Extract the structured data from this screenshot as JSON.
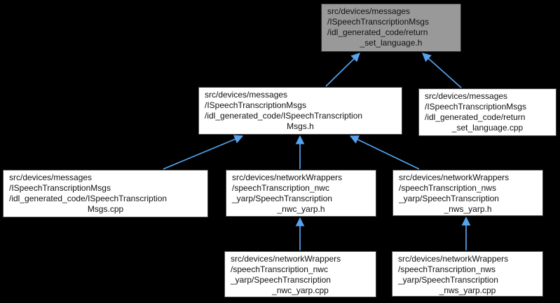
{
  "diagram": {
    "type": "include-dependency-graph",
    "colors": {
      "background": "#000000",
      "arrow": "#56a3ee",
      "node_fill": "#ffffff",
      "node_border": "#4a4a4a",
      "highlight_fill": "#999999",
      "highlight_border": "#2e2e2e",
      "text": "#111111"
    },
    "nodes": [
      {
        "id": "return-set-language-h",
        "label": "src/devices/messages\n/ISpeechTranscriptionMsgs\n/idl_generated_code/return\n_set_language.h",
        "highlighted": true
      },
      {
        "id": "ispeechtranscriptionmsgs-h",
        "label": "src/devices/messages\n/ISpeechTranscriptionMsgs\n/idl_generated_code/ISpeechTranscription\nMsgs.h",
        "highlighted": false
      },
      {
        "id": "return-set-language-cpp",
        "label": "src/devices/messages\n/ISpeechTranscriptionMsgs\n/idl_generated_code/return\n_set_language.cpp",
        "highlighted": false
      },
      {
        "id": "ispeechtranscriptionmsgs-cpp",
        "label": "src/devices/messages\n/ISpeechTranscriptionMsgs\n/idl_generated_code/ISpeechTranscription\nMsgs.cpp",
        "highlighted": false
      },
      {
        "id": "speechtranscription-nwc-yarp-h",
        "label": "src/devices/networkWrappers\n/speechTranscription_nwc\n_yarp/SpeechTranscription\n_nwc_yarp.h",
        "highlighted": false
      },
      {
        "id": "speechtranscription-nws-yarp-h",
        "label": "src/devices/networkWrappers\n/speechTranscription_nws\n_yarp/SpeechTranscription\n_nws_yarp.h",
        "highlighted": false
      },
      {
        "id": "speechtranscription-nwc-yarp-cpp",
        "label": "src/devices/networkWrappers\n/speechTranscription_nwc\n_yarp/SpeechTranscription\n_nwc_yarp.cpp",
        "highlighted": false
      },
      {
        "id": "speechtranscription-nws-yarp-cpp",
        "label": "src/devices/networkWrappers\n/speechTranscription_nws\n_yarp/SpeechTranscription\n_nws_yarp.cpp",
        "highlighted": false
      }
    ],
    "edges": [
      {
        "from": "ispeechtranscriptionmsgs-h",
        "to": "return-set-language-h"
      },
      {
        "from": "return-set-language-cpp",
        "to": "return-set-language-h"
      },
      {
        "from": "ispeechtranscriptionmsgs-cpp",
        "to": "ispeechtranscriptionmsgs-h"
      },
      {
        "from": "speechtranscription-nwc-yarp-h",
        "to": "ispeechtranscriptionmsgs-h"
      },
      {
        "from": "speechtranscription-nws-yarp-h",
        "to": "ispeechtranscriptionmsgs-h"
      },
      {
        "from": "speechtranscription-nwc-yarp-cpp",
        "to": "speechtranscription-nwc-yarp-h"
      },
      {
        "from": "speechtranscription-nws-yarp-cpp",
        "to": "speechtranscription-nws-yarp-h"
      }
    ]
  }
}
